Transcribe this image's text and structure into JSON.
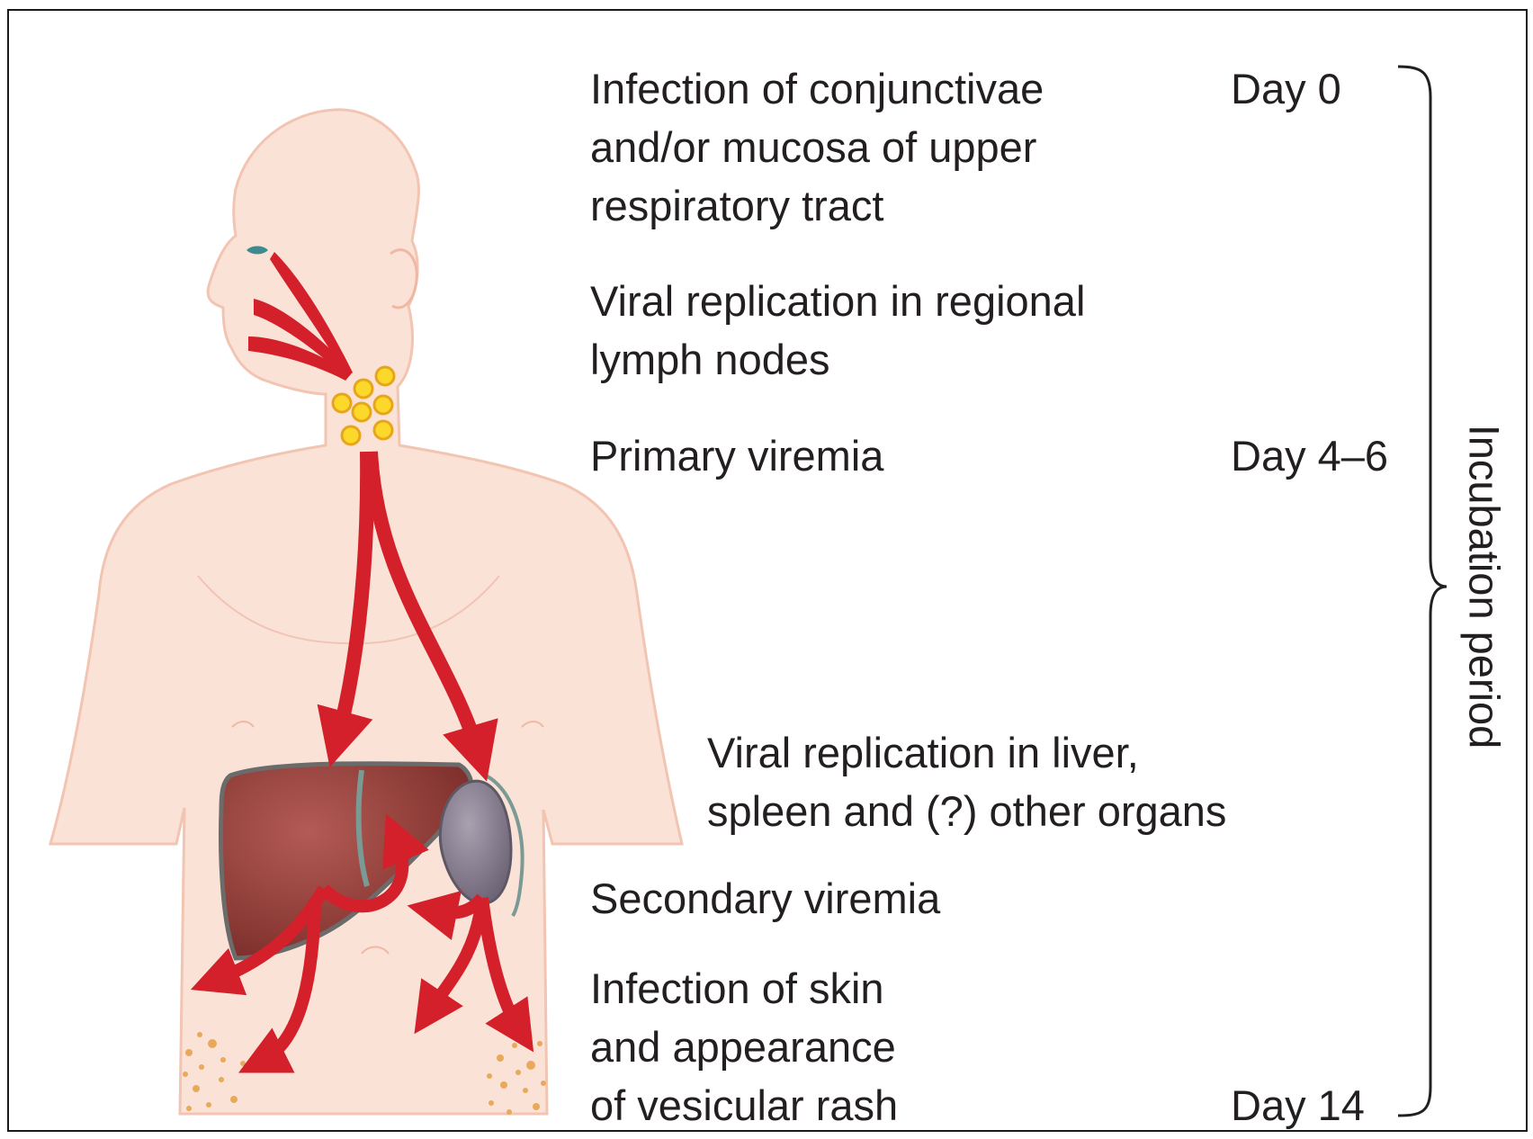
{
  "stages": [
    {
      "id": "conjunctivae",
      "text": "Infection of conjunctivae\nand/or mucosa of upper\nrespiratory tract"
    },
    {
      "id": "lymph",
      "text": "Viral replication in regional\nlymph nodes"
    },
    {
      "id": "primary",
      "text": "Primary viremia"
    },
    {
      "id": "organs",
      "text": "Viral replication in liver,\nspleen and (?) other organs"
    },
    {
      "id": "secondary",
      "text": "Secondary viremia"
    },
    {
      "id": "skin",
      "text": "Infection of skin\nand appearance\nof vesicular rash"
    }
  ],
  "days": {
    "day0": "Day 0",
    "day4_6": "Day 4–6",
    "day14": "Day 14"
  },
  "period_label": "Incubation period",
  "colors": {
    "skin": "#fbe2d6",
    "skin_outline": "#f2c4b2",
    "arrow": "#d3202a",
    "liver": "#8e3a35",
    "spleen": "#8f8797",
    "lymph_node": "#fbd82a",
    "rash": "#e9a95a"
  }
}
